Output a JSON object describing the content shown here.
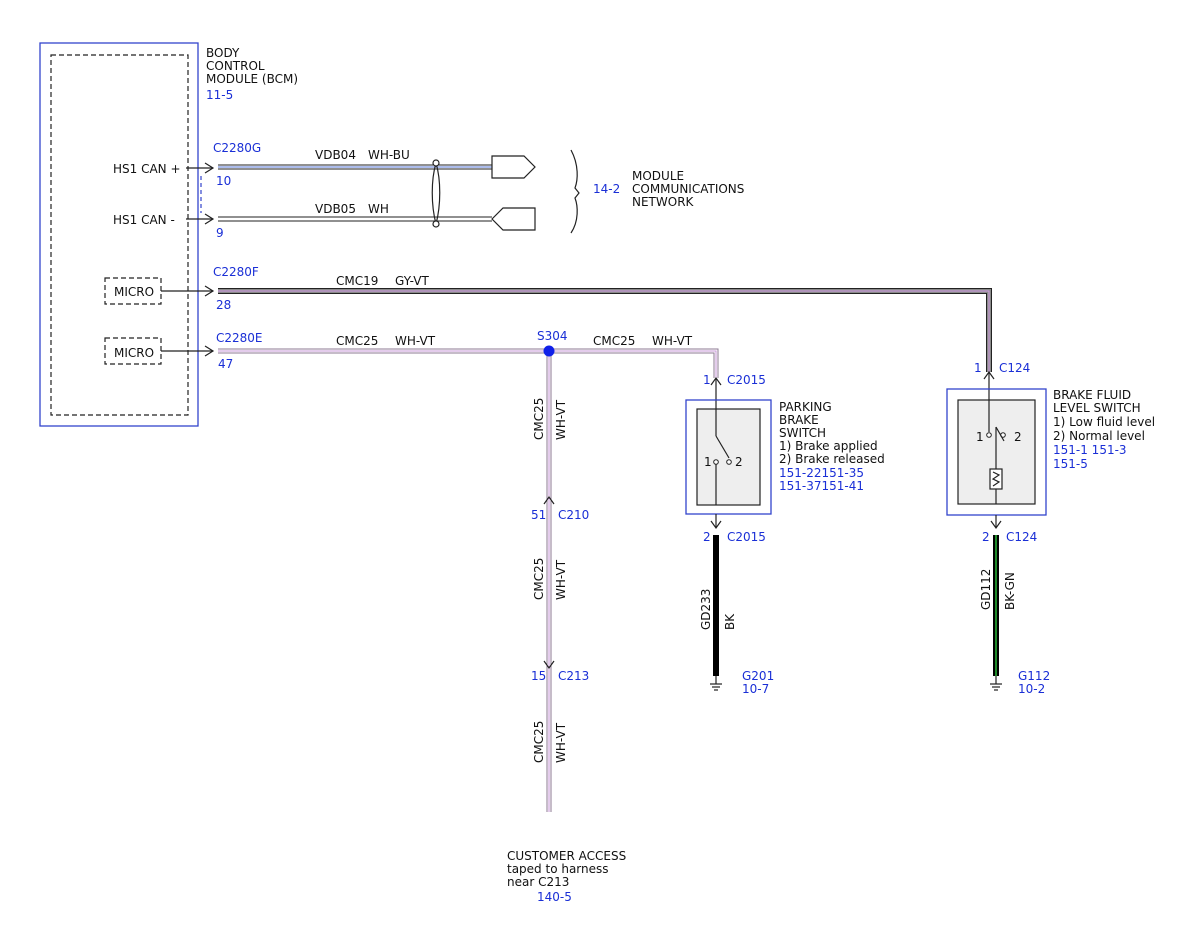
{
  "colors": {
    "reference_blue": "#1a2fd6",
    "box_blue": "#3344cc",
    "wire_white": "#ffffff",
    "wire_blue": "#5a78d8",
    "wire_violet": "#c89ad8",
    "wire_gray": "#8a8a8a",
    "wire_black": "#000000",
    "wire_green": "#1f8a2a",
    "splice_dot": "#1020e8"
  },
  "bcm": {
    "title_lines": [
      "BODY",
      "CONTROL",
      "MODULE (BCM)"
    ],
    "ref": "11-5",
    "pins": {
      "can_plus": "HS1 CAN +",
      "can_minus": "HS1 CAN -",
      "micro_1": "MICRO",
      "micro_2": "MICRO"
    }
  },
  "connectors": {
    "c2280g": {
      "name": "C2280G",
      "pin_top": "10",
      "pin_bottom": "9"
    },
    "c2280f": {
      "name": "C2280F",
      "pin": "28"
    },
    "c2280e": {
      "name": "C2280E",
      "pin": "47"
    }
  },
  "wires": {
    "vdb04": {
      "circuit": "VDB04",
      "color": "WH-BU"
    },
    "vdb05": {
      "circuit": "VDB05",
      "color": "WH"
    },
    "cmc19": {
      "circuit": "CMC19",
      "color": "GY-VT"
    },
    "cmc25_a": {
      "circuit": "CMC25",
      "color": "WH-VT"
    },
    "cmc25_b": {
      "circuit": "CMC25",
      "color": "WH-VT"
    },
    "cmc25_v1": {
      "circuit": "CMC25",
      "color": "WH-VT"
    },
    "cmc25_v2": {
      "circuit": "CMC25",
      "color": "WH-VT"
    },
    "cmc25_v3": {
      "circuit": "CMC25",
      "color": "WH-VT"
    },
    "gd233": {
      "circuit": "GD233",
      "color": "BK"
    },
    "gd112": {
      "circuit": "GD112",
      "color": "BK-GN"
    }
  },
  "network": {
    "ref": "14-2",
    "label_lines": [
      "MODULE",
      "COMMUNICATIONS",
      "NETWORK"
    ]
  },
  "splice": {
    "name": "S304"
  },
  "c210": {
    "pin": "51",
    "name": "C210"
  },
  "c213": {
    "pin": "15",
    "name": "C213"
  },
  "customer_access": {
    "label_lines": [
      "CUSTOMER ACCESS",
      "taped to harness",
      "near C213"
    ],
    "ref": "140-5"
  },
  "parking_brake_switch": {
    "connector_top": {
      "pin": "1",
      "name": "C2015"
    },
    "connector_bottom": {
      "pin": "2",
      "name": "C2015"
    },
    "label_lines": [
      "PARKING",
      "BRAKE",
      "SWITCH",
      "1) Brake applied",
      "2) Brake released"
    ],
    "refs": [
      "151-22151-35",
      "151-37151-41"
    ],
    "switch_pos_1": "1",
    "switch_pos_2": "2"
  },
  "brake_fluid_switch": {
    "connector_top": {
      "pin": "1",
      "name": "C124"
    },
    "connector_bottom": {
      "pin": "2",
      "name": "C124"
    },
    "label_lines": [
      "BRAKE FLUID",
      "LEVEL SWITCH",
      "1) Low fluid level",
      "2) Normal level"
    ],
    "refs": [
      "151-1 151-3",
      "151-5"
    ],
    "switch_pos_1": "1",
    "switch_pos_2": "2"
  },
  "grounds": {
    "g201": {
      "name": "G201",
      "ref": "10-7"
    },
    "g112": {
      "name": "G112",
      "ref": "10-2"
    }
  }
}
